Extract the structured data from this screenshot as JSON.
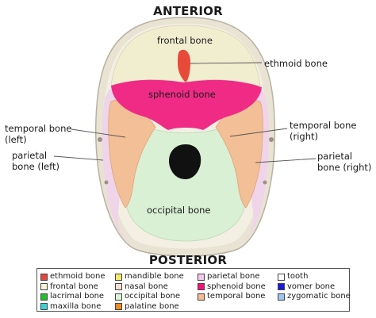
{
  "headings": {
    "anterior": "ANTERIOR",
    "posterior": "POSTERIOR"
  },
  "labels": {
    "frontal": "frontal bone",
    "ethmoid": "ethmoid bone",
    "sphenoid": "sphenoid bone",
    "temporal_left_1": "temporal bone",
    "temporal_left_2": "(left)",
    "temporal_right_1": "temporal bone",
    "temporal_right_2": "(right)",
    "parietal_left_1": "parietal",
    "parietal_left_2": "bone (left)",
    "parietal_right_1": "parietal",
    "parietal_right_2": "bone (right)",
    "occipital": "occipital bone"
  },
  "legend": [
    {
      "label": "ethmoid bone",
      "color": "#e8453c"
    },
    {
      "label": "mandible bone",
      "color": "#f4ea6a"
    },
    {
      "label": "parietal bone",
      "color": "#f2c8ec"
    },
    {
      "label": "tooth",
      "color": "#ffffff"
    },
    {
      "label": "frontal bone",
      "color": "#f5f2d8"
    },
    {
      "label": "nasal bone",
      "color": "#f6ddd2"
    },
    {
      "label": "sphenoid bone",
      "color": "#f0157a"
    },
    {
      "label": "vomer bone",
      "color": "#1a1ad6"
    },
    {
      "label": "lacrimal bone",
      "color": "#22c02a"
    },
    {
      "label": "occipital bone",
      "color": "#d8f5d4"
    },
    {
      "label": "temporal bone",
      "color": "#f4bd92"
    },
    {
      "label": "zygomatic bone",
      "color": "#9cc6f0"
    },
    {
      "label": "maxilla bone",
      "color": "#3ad2d8"
    },
    {
      "label": "palatine bone",
      "color": "#f08a22"
    }
  ]
}
